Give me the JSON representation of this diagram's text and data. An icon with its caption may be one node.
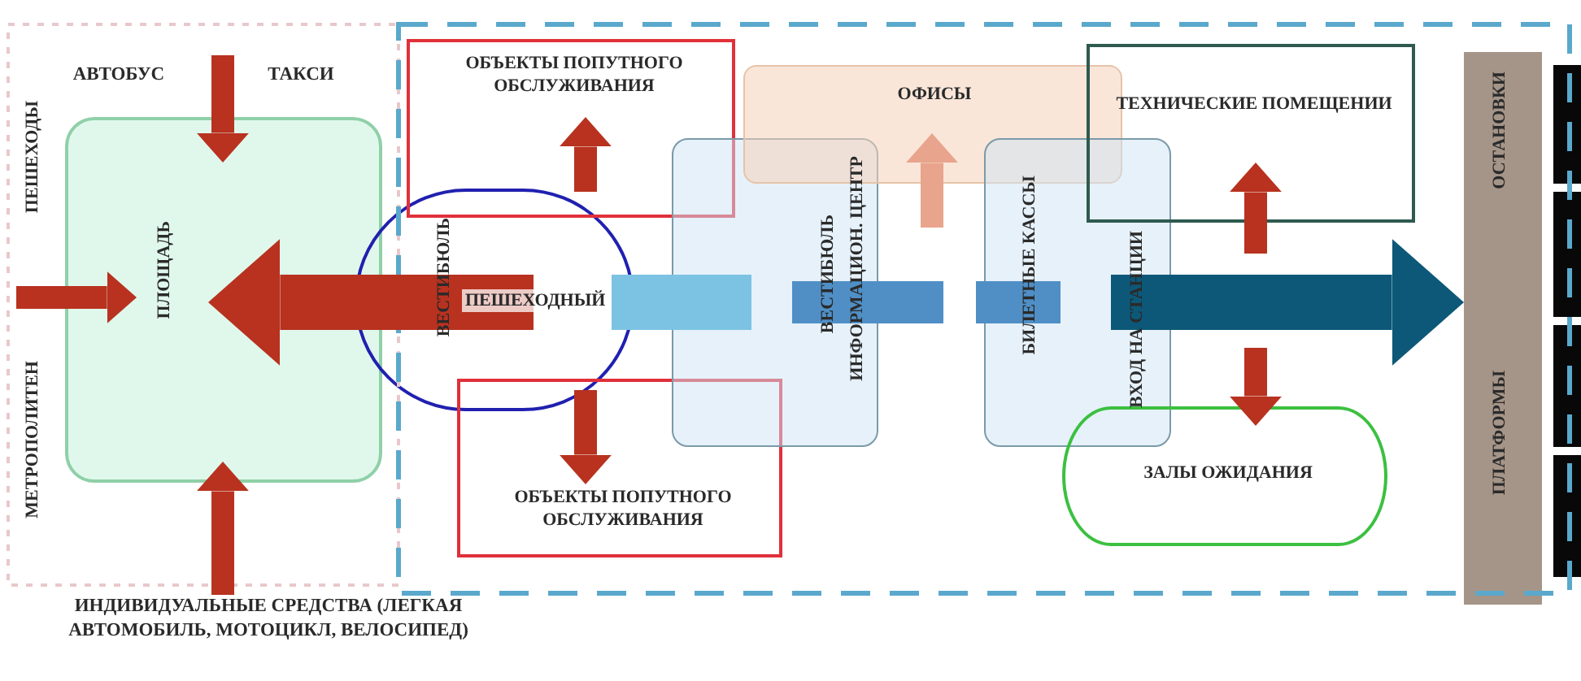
{
  "diagram": {
    "nodes": [
      {
        "text": [
          "ПЛОЩАДЬ"
        ]
      },
      {
        "text": [
          "ИНДИВИДУАЛЬНЫЕ СРЕДСТВА (ЛЕГКАЯ АВТОМОБИЛЬ, МОТОЦИКЛ, ВЕЛОСИПЕД)"
        ]
      },
      {
        "text": [
          "ВЕСТИБЮЛЬ",
          "ПЕШЕХОДНЫЙ"
        ]
      },
      {
        "text": [
          "ОБЪЕКТЫ ПОПУТНОГО ОБСЛУЖИВАНИЯ"
        ]
      },
      {
        "text": [
          "ОБЪЕКТЫ ПОПУТНОГО ОБСЛУЖИВАНИЯ"
        ]
      },
      {
        "text": [
          "ВЕСТИБЮЛЬ",
          "ИНФОРМАЦИОН. ЦЕНТР"
        ]
      },
      {
        "text": [
          "ОФИСЫ"
        ]
      },
      {
        "text": [
          "БИЛЕТНЫЕ КАССЫ",
          "ВХОД НА СТАНЦИИ"
        ]
      },
      {
        "text": [
          "ТЕХНИЧЕСКИЕ ПОМЕЩЕНИИ"
        ]
      },
      {
        "text": [
          "ЗАЛЫ ОЖИДАНИЯ"
        ]
      },
      {
        "text": [
          "ОСТАНОВКИ",
          "ПЛАТФОРМЫ"
        ]
      },
      {
        "text": [],
        "shape": "bar"
      },
      {
        "text": [],
        "shape": "bar"
      },
      {
        "text": [],
        "shape": "bar"
      },
      {
        "text": [],
        "shape": "bar"
      }
    ],
    "edges": [
      {
        "from": null,
        "to": 0,
        "arrow": "to"
      },
      {
        "from": null,
        "to": 0,
        "arrow": "to"
      },
      {
        "from": 1,
        "to": 0,
        "arrow": "to"
      },
      {
        "from": 2,
        "to": 0,
        "arrow": "to",
        "style": "thick"
      },
      {
        "from": 2,
        "to": 3,
        "arrow": "to"
      },
      {
        "from": 2,
        "to": 4,
        "arrow": "to"
      },
      {
        "from": null,
        "to": 6,
        "arrow": "to",
        "color": "#e8a48c"
      },
      {
        "from": 2,
        "to": 5,
        "arrow": "none",
        "style": "thick",
        "color": "#7cc3e3"
      },
      {
        "from": 5,
        "to": 7,
        "arrow": "none",
        "style": "dashed",
        "color": "#4f8fc6"
      },
      {
        "from": 7,
        "to": 10,
        "arrow": "to",
        "style": "thick",
        "color": "#0d5878"
      },
      {
        "from": null,
        "to": 8,
        "arrow": "to"
      },
      {
        "from": null,
        "to": 9,
        "arrow": "to"
      }
    ],
    "labels": [
      "АВТОБУС",
      "ТАКСИ",
      "ПЕШЕХОДЫ",
      "МЕТРОПОЛИТЕН"
    ]
  }
}
